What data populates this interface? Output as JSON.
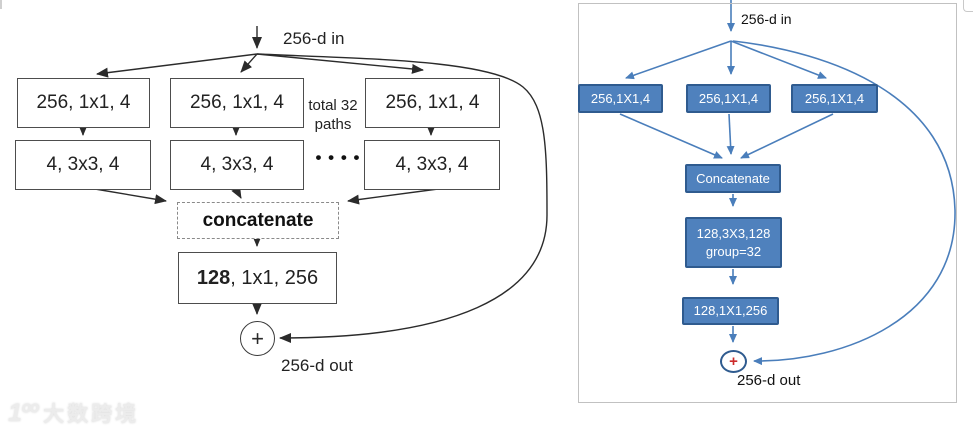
{
  "watermark": {
    "logo": "1ºº",
    "brand": "大数跨境"
  },
  "left": {
    "in_label": "256-d in",
    "out_label": "256-d out",
    "total_paths_line1": "total 32",
    "total_paths_line2": "paths",
    "dots": "• • • •",
    "conv1": [
      "256, 1x1, 4",
      "256, 1x1, 4",
      "256, 1x1, 4"
    ],
    "conv2": [
      "4, 3x3, 4",
      "4, 3x3, 4",
      "4, 3x3, 4"
    ],
    "concat_label": "concatenate",
    "fuse_bold": "128",
    "fuse_rest": ", 1x1, 256",
    "plus_label": "+"
  },
  "right": {
    "in_label": "256-d in",
    "out_label": "256-d out",
    "conv1": [
      "256,1X1,4",
      "256,1X1,4",
      "256,1X1,4"
    ],
    "concat_label": "Concatenate",
    "grouped_conv_line1": "128,3X3,128",
    "grouped_conv_line2": "group=32",
    "reduce_label": "128,1X1,256",
    "plus_label": "+",
    "colors": {
      "box_fill": "#4f81bd",
      "box_border": "#2f5b8f",
      "line": "#4a7ebb",
      "plus": "#cc2a2a",
      "frame": "#c1c1c1"
    }
  }
}
